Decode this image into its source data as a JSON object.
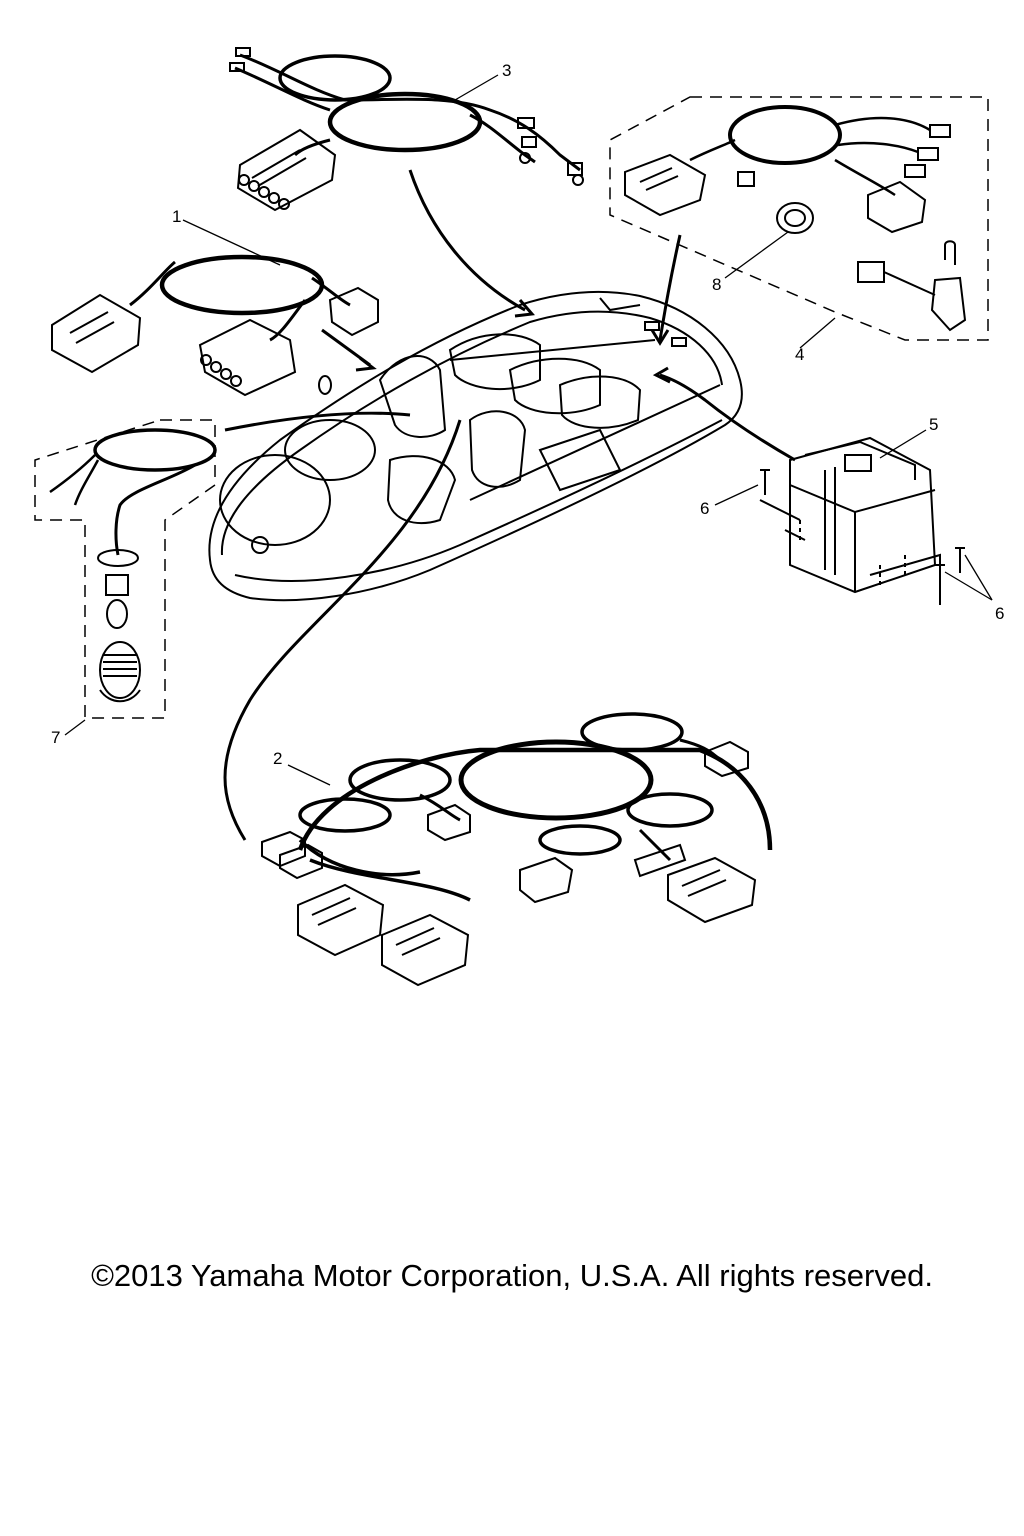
{
  "callouts": {
    "c1": "1",
    "c2": "2",
    "c3": "3",
    "c4": "4",
    "c5": "5",
    "c6a": "6",
    "c6b": "6",
    "c7": "7",
    "c8": "8"
  },
  "footer": {
    "copyright": "©2013 Yamaha Motor Corporation, U.S.A. All rights reserved."
  }
}
